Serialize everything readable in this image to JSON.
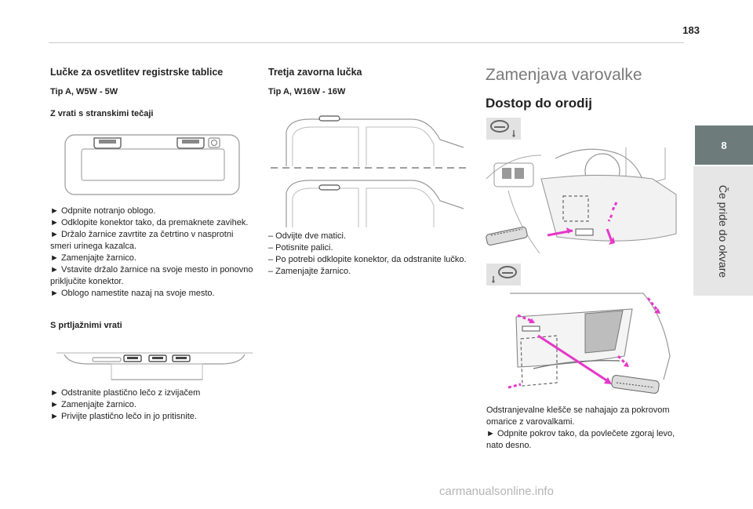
{
  "page_number": "183",
  "tab": {
    "number": "8",
    "label": "Če pride do okvare"
  },
  "col1": {
    "heading": "Lučke za osvetlitev registrske tablice",
    "type": "Tip A, W5W - 5W",
    "sub1": "Z vrati s stranskimi tečaji",
    "steps1": [
      "► Odpnite notranjo oblogo.",
      "► Odklopite konektor tako, da premaknete zavihek.",
      "► Držalo žarnice zavrtite za četrtino v nasprotni smeri urinega kazalca.",
      "► Zamenjajte žarnico.",
      "► Vstavite držalo žarnice na svoje mesto in ponovno priključite konektor.",
      "► Oblogo namestite nazaj na svoje mesto."
    ],
    "sub2": "S prtljažnimi vrati",
    "steps2": [
      "► Odstranite plastično lečo z izvijačem",
      "► Zamenjajte žarnico.",
      "► Privijte plastično lečo in jo pritisnite."
    ]
  },
  "col2": {
    "heading": "Tretja zavorna lučka",
    "type": "Tip A, W16W - 16W",
    "steps": [
      "– Odvijte dve matici.",
      "– Potisnite palici.",
      "– Po potrebi odklopite konektor, da odstranite lučko.",
      "– Zamenjajte žarnico."
    ]
  },
  "col3": {
    "title": "Zamenjava varovalke",
    "subtitle": "Dostop do orodij",
    "para": "Odstranjevalne klešče se nahajajo za pokrovom omarice z varovalkami.",
    "step": "► Odpnite pokrov tako, da povlečete zgoraj levo, nato desno."
  },
  "watermark": "carmanualsonline.info",
  "colors": {
    "accent": "#e637c9",
    "tab": "#6d7b7b",
    "line_art": "#9a9a9a"
  }
}
